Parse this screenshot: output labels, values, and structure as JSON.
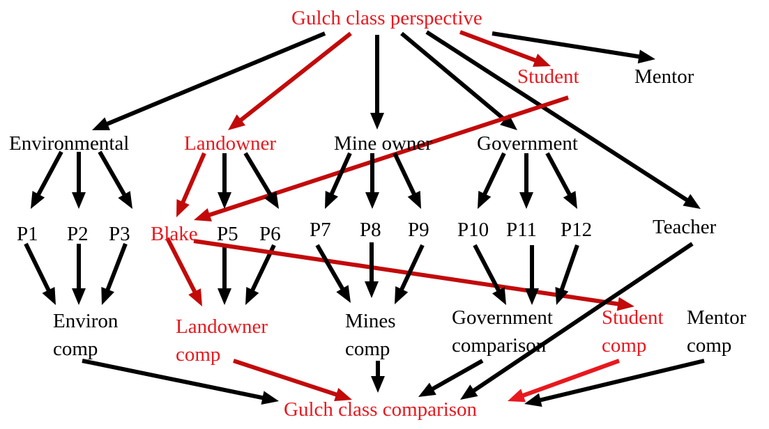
{
  "colors": {
    "black": "#000000",
    "red": "#e8181e",
    "dark_red": "#c20a0a",
    "background": "#ffffff"
  },
  "nodes": {
    "top": "Gulch class perspective",
    "student": "Student",
    "mentor": "Mentor",
    "environmental": "Environmental",
    "landowner": "Landowner",
    "mine_owner": "Mine owner",
    "government": "Government",
    "p1": "P1",
    "p2": "P2",
    "p3": "P3",
    "blake": "Blake",
    "p5": "P5",
    "p6": "P6",
    "p7": "P7",
    "p8": "P8",
    "p9": "P9",
    "p10": "P10",
    "p11": "P11",
    "p12": "P12",
    "teacher": "Teacher",
    "environ_comp": [
      "Environ",
      "comp"
    ],
    "landowner_comp": [
      "Landowner",
      "comp"
    ],
    "mines_comp": [
      "Mines",
      "comp"
    ],
    "government_comparison": [
      "Government",
      "comparison"
    ],
    "student_comp": [
      "Student",
      "comp"
    ],
    "mentor_comp": [
      "Mentor",
      "comp"
    ],
    "bottom": "Gulch class comparison"
  },
  "edges": [
    {
      "from": "top",
      "to": "environmental",
      "color": "black"
    },
    {
      "from": "top",
      "to": "landowner",
      "color": "dark_red"
    },
    {
      "from": "top",
      "to": "mine_owner",
      "color": "black"
    },
    {
      "from": "top",
      "to": "government",
      "color": "black"
    },
    {
      "from": "top",
      "to": "teacher",
      "color": "black"
    },
    {
      "from": "top",
      "to": "student",
      "color": "dark_red"
    },
    {
      "from": "top",
      "to": "mentor",
      "color": "black"
    },
    {
      "from": "student",
      "to": "blake",
      "color": "dark_red"
    },
    {
      "from": "environmental",
      "to": "p1",
      "color": "black"
    },
    {
      "from": "environmental",
      "to": "p2",
      "color": "black"
    },
    {
      "from": "environmental",
      "to": "p3",
      "color": "black"
    },
    {
      "from": "landowner",
      "to": "blake",
      "color": "dark_red"
    },
    {
      "from": "landowner",
      "to": "p5",
      "color": "black"
    },
    {
      "from": "landowner",
      "to": "p6",
      "color": "black"
    },
    {
      "from": "mine_owner",
      "to": "p7",
      "color": "black"
    },
    {
      "from": "mine_owner",
      "to": "p8",
      "color": "black"
    },
    {
      "from": "mine_owner",
      "to": "p9",
      "color": "black"
    },
    {
      "from": "government",
      "to": "p10",
      "color": "black"
    },
    {
      "from": "government",
      "to": "p11",
      "color": "black"
    },
    {
      "from": "government",
      "to": "p12",
      "color": "black"
    },
    {
      "from": "p1",
      "to": "environ_comp",
      "color": "black"
    },
    {
      "from": "p2",
      "to": "environ_comp",
      "color": "black"
    },
    {
      "from": "p3",
      "to": "environ_comp",
      "color": "black"
    },
    {
      "from": "blake",
      "to": "landowner_comp",
      "color": "dark_red"
    },
    {
      "from": "p5",
      "to": "landowner_comp",
      "color": "black"
    },
    {
      "from": "p6",
      "to": "landowner_comp",
      "color": "black"
    },
    {
      "from": "blake",
      "to": "student_comp",
      "color": "dark_red"
    },
    {
      "from": "p7",
      "to": "mines_comp",
      "color": "black"
    },
    {
      "from": "p8",
      "to": "mines_comp",
      "color": "black"
    },
    {
      "from": "p9",
      "to": "mines_comp",
      "color": "black"
    },
    {
      "from": "p10",
      "to": "government_comparison",
      "color": "black"
    },
    {
      "from": "p11",
      "to": "government_comparison",
      "color": "black"
    },
    {
      "from": "p12",
      "to": "government_comparison",
      "color": "black"
    },
    {
      "from": "environ_comp",
      "to": "bottom",
      "color": "black"
    },
    {
      "from": "landowner_comp",
      "to": "bottom",
      "color": "dark_red"
    },
    {
      "from": "mines_comp",
      "to": "bottom",
      "color": "black"
    },
    {
      "from": "government_comparison",
      "to": "bottom",
      "color": "black"
    },
    {
      "from": "teacher",
      "to": "bottom",
      "color": "black"
    },
    {
      "from": "student_comp",
      "to": "bottom",
      "color": "red"
    },
    {
      "from": "mentor_comp",
      "to": "bottom",
      "color": "black"
    }
  ]
}
